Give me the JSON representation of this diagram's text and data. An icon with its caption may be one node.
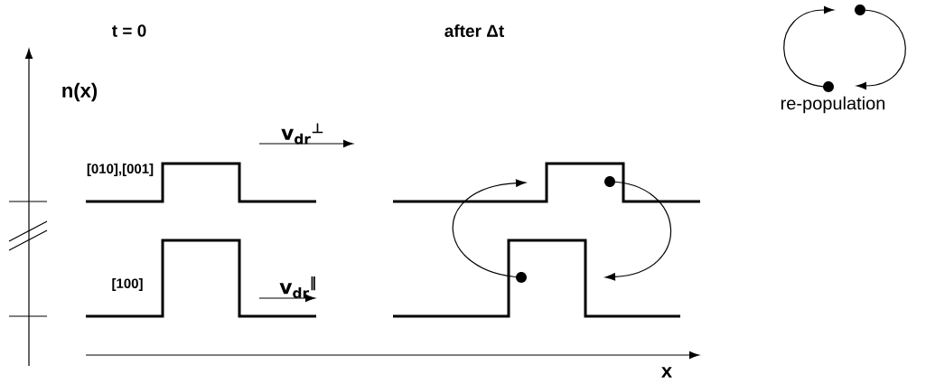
{
  "diagram": {
    "labels": [
      "t = 0",
      "after Δt",
      "n(x)",
      "v$_{dr}$$^{⊥}$",
      "[010],[001]",
      "[100]",
      "v$_{dr}$$^{‖}$",
      "x",
      "re-population"
    ]
  }
}
